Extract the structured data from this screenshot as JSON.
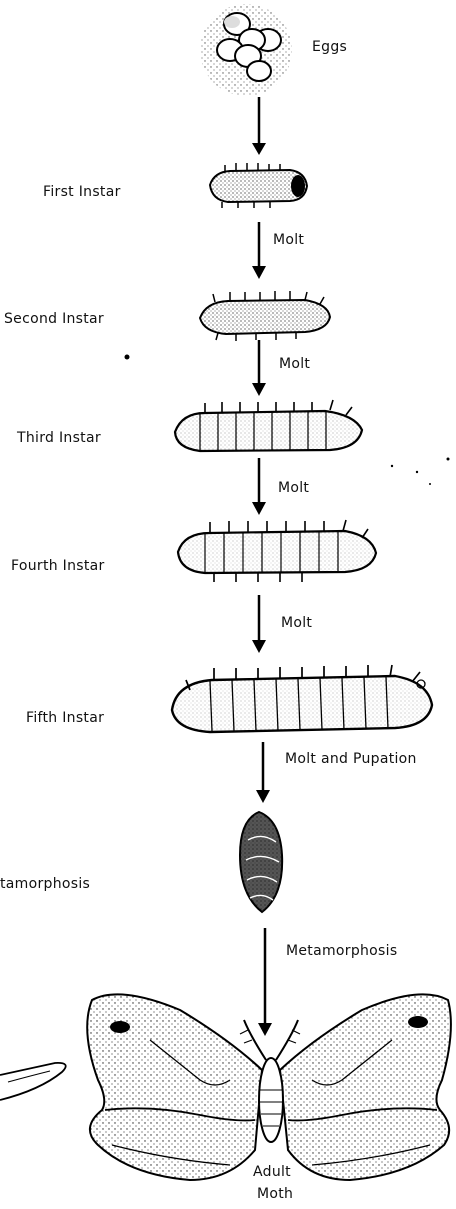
{
  "stages": {
    "eggs": "Eggs",
    "first_instar": "First Instar",
    "second_instar": "Second Instar",
    "third_instar": "Third Instar",
    "fourth_instar": "Fourth Instar",
    "fifth_instar": "Fifth Instar",
    "pupa_cut": "tamorphosis",
    "adult_line1": "Adult",
    "adult_line2": "Moth"
  },
  "transitions": {
    "molt_1": "Molt",
    "molt_2": "Molt",
    "molt_3": "Molt",
    "molt_4": "Molt",
    "molt_pupation": "Molt and Pupation",
    "metamorphosis": "Metamorphosis"
  }
}
